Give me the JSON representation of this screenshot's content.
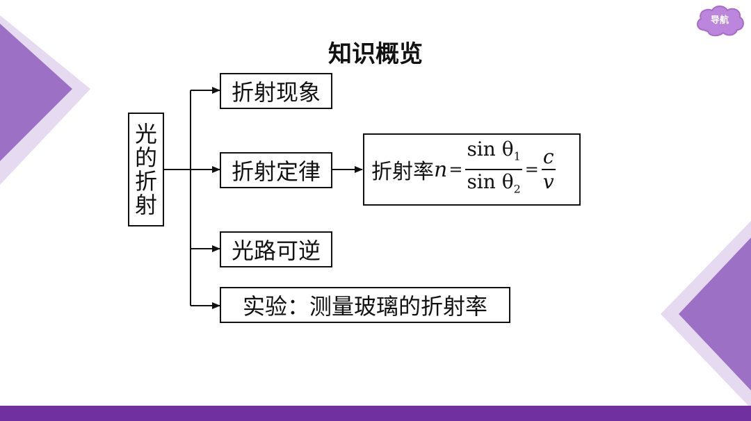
{
  "title": "知识概览",
  "nav_button": {
    "label": "导航"
  },
  "root": {
    "chars": [
      "光",
      "的",
      "折",
      "射"
    ]
  },
  "branches": [
    {
      "label": "折射现象"
    },
    {
      "label": "折射定律"
    },
    {
      "label": "光路可逆"
    },
    {
      "label": "实验：测量玻璃的折射率"
    }
  ],
  "formula": {
    "prefix": "折射率",
    "variable": "n",
    "equals": "=",
    "num1": "sin θ",
    "num1_sub": "1",
    "den1": "sin θ",
    "den1_sub": "2",
    "num2": "c",
    "den2": "v"
  },
  "colors": {
    "accent": "#7030a0",
    "triangle_light": "#e3d6ee",
    "triangle_dark": "#9b6fc4",
    "nav_fill": "#bd86dd"
  }
}
